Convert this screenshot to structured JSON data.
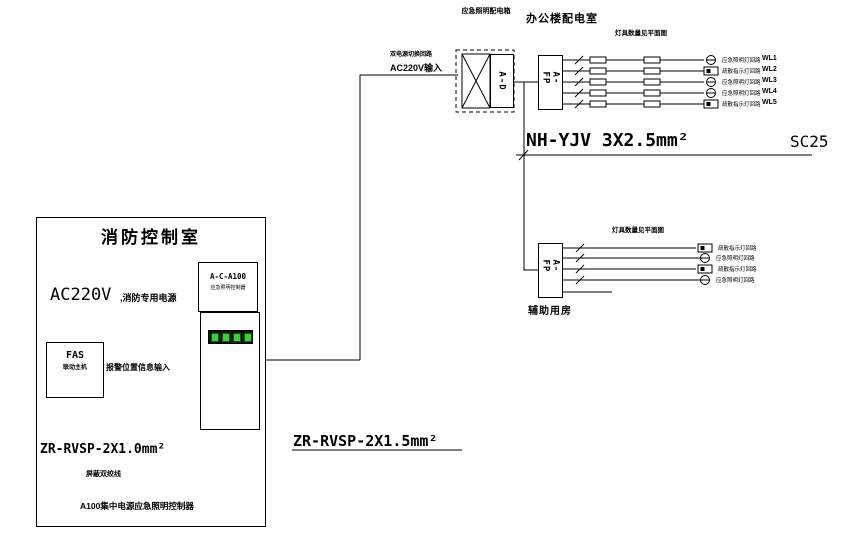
{
  "header": {
    "panel_label": "应急照明配电箱",
    "room_label": "办公楼配电室",
    "input_note": "双电源切换回路",
    "input_power": "AC220V输入"
  },
  "devices": {
    "ats": "A-D",
    "afp_top": "A-FP",
    "afp_bottom": "A-FP"
  },
  "feeder": {
    "cable": "NH-YJV 3X2.5mm²",
    "conduit": "SC25"
  },
  "notes": {
    "lamp_note_top": "灯具数量见平面图",
    "lamp_note_bottom": "灯具数量见平面图",
    "aux_room": "辅助用房"
  },
  "top_circuits": {
    "rows": [
      {
        "name": "应急照明灯回路",
        "wl": "WL1"
      },
      {
        "name": "疏散指示灯回路",
        "wl": "WL2"
      },
      {
        "name": "应急照明灯回路",
        "wl": "WL3"
      },
      {
        "name": "应急照明灯回路",
        "wl": "WL4"
      },
      {
        "name": "疏散指示灯回路",
        "wl": "WL5"
      }
    ]
  },
  "bottom_circuits": {
    "rows": [
      {
        "name": "疏散指示灯回路"
      },
      {
        "name": "应急照明灯回路"
      },
      {
        "name": "疏散指示灯回路"
      },
      {
        "name": "应急照明灯回路"
      }
    ]
  },
  "control_room": {
    "title": "消防控制室",
    "power": "AC220V",
    "power_note": ",消防专用电源",
    "acbox_line1": "A-C-A100",
    "acbox_line2": "应急照明控制器",
    "fas_line1": "FAS",
    "fas_line2": "联动主机",
    "arrow_label": "报警位置信息输入",
    "bottom_label": "A100集中电源应急照明控制器"
  },
  "cables": {
    "riser": "ZR-RVSP-2X1.5mm²",
    "shielded": "ZR-RVSP-2X1.0mm²",
    "shielded_note": "屏蔽双绞线"
  },
  "colors": {
    "line": "#000000",
    "indicator_green": "#3ecf3e"
  }
}
